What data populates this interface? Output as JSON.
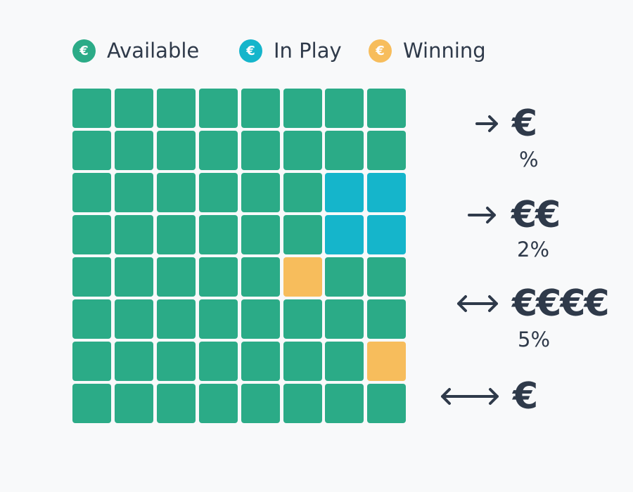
{
  "legend": [
    {
      "symbol": "€",
      "label": "Available",
      "color": "#2bab87"
    },
    {
      "symbol": "€",
      "label": "In Play",
      "color": "#15b5cb"
    },
    {
      "symbol": "€",
      "label": "Winning",
      "color": "#f7bd5c"
    }
  ],
  "board": {
    "rows": 8,
    "cols": 8,
    "colors": {
      "available": "#2bab87",
      "in_play": "#15b5cb",
      "winning": "#f7bd5c"
    },
    "in_play_cells": [
      [
        2,
        6
      ],
      [
        2,
        7
      ],
      [
        3,
        6
      ],
      [
        3,
        7
      ]
    ],
    "winning_cells": [
      [
        4,
        5
      ],
      [
        6,
        7
      ]
    ]
  },
  "payouts": [
    {
      "arrow": "right-arrow",
      "symbol": "€",
      "percent": "%"
    },
    {
      "arrow": "right-arrow",
      "symbol": "€€",
      "percent": "2%"
    },
    {
      "arrow": "left-right-arrow",
      "symbol": "€€€€",
      "percent": "5%"
    },
    {
      "arrow": "left-right-arrow",
      "symbol": "€",
      "percent": ""
    }
  ]
}
